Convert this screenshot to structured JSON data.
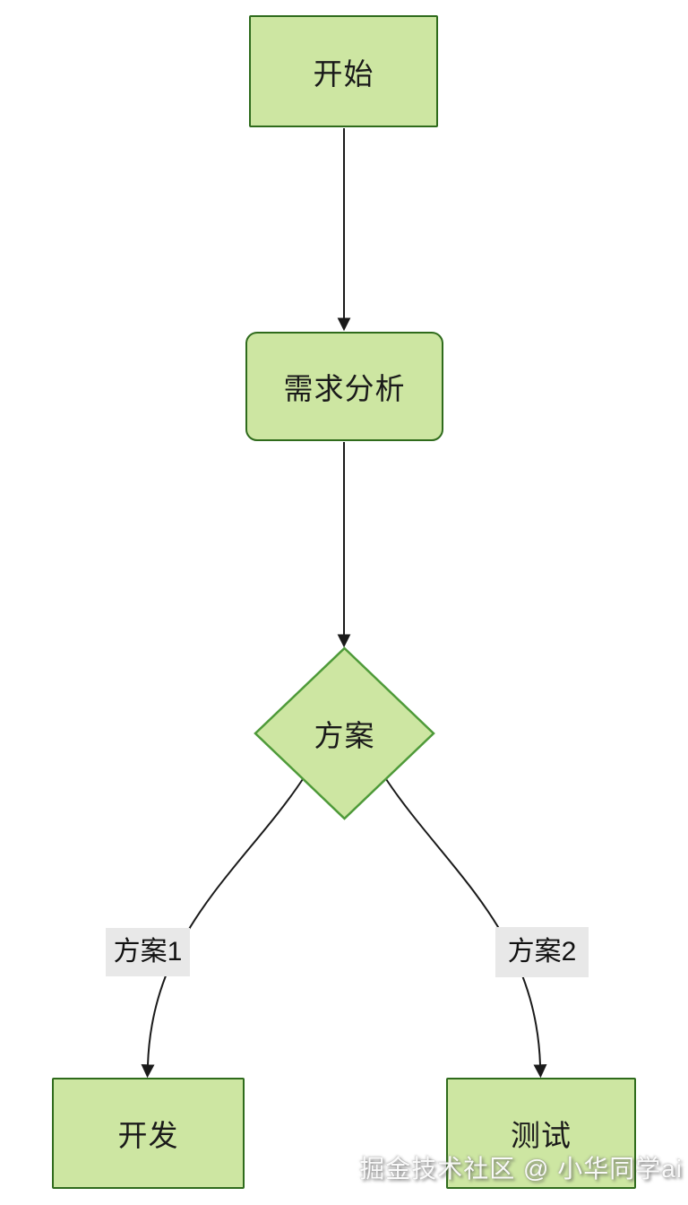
{
  "diagram": {
    "type": "flowchart",
    "direction": "top-down",
    "nodes": [
      {
        "id": "start",
        "label": "开始",
        "shape": "rectangle"
      },
      {
        "id": "analysis",
        "label": "需求分析",
        "shape": "rounded-rectangle"
      },
      {
        "id": "decision",
        "label": "方案",
        "shape": "diamond"
      },
      {
        "id": "dev",
        "label": "开发",
        "shape": "rectangle"
      },
      {
        "id": "test",
        "label": "测试",
        "shape": "rectangle"
      }
    ],
    "edges": [
      {
        "from": "start",
        "to": "analysis",
        "label": ""
      },
      {
        "from": "analysis",
        "to": "decision",
        "label": ""
      },
      {
        "from": "decision",
        "to": "dev",
        "label": "方案1"
      },
      {
        "from": "decision",
        "to": "test",
        "label": "方案2"
      }
    ],
    "colors": {
      "node_fill": "#cde6a2",
      "rect_border": "#2f6b1c",
      "diamond_border": "#4e9a39",
      "edge_line": "#1a1a1a",
      "edge_label_bg": "#e8e8e8",
      "text": "#1a1a1a",
      "background": "#ffffff"
    }
  },
  "watermark": {
    "text": "掘金技术社区 @ 小华同学ai"
  }
}
